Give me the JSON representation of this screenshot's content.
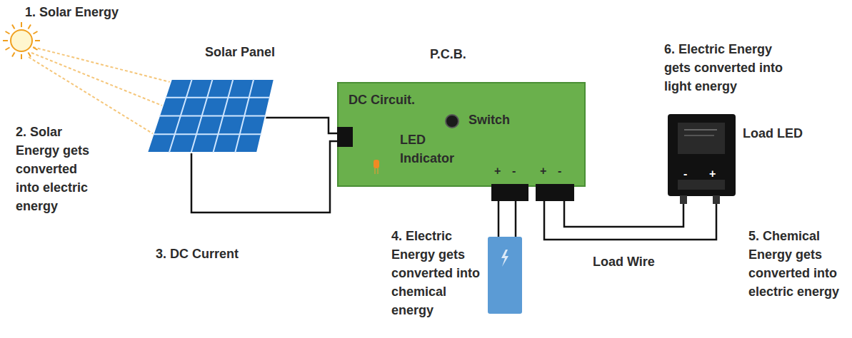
{
  "diagram": {
    "nodes": [
      {
        "text": [
          "Solar Panel"
        ]
      },
      {
        "text": [
          "P.C.B.",
          "DC Circuit.",
          "Switch",
          "LED Indicator"
        ]
      },
      {
        "text": [
          "6. Electric Energy gets converted into light energy",
          "Load LED"
        ]
      }
    ],
    "edges": [
      {
        "from": 0,
        "to": 1,
        "arrow": "none"
      },
      {
        "from": 1,
        "to": 2,
        "label": "Load Wire",
        "arrow": "none"
      }
    ],
    "labels": [
      "1. Solar Energy",
      "2. Solar Energy gets converted into electric energy",
      "3. DC Current",
      "+",
      "-",
      "+",
      "-",
      "4. Electric Energy gets converted into chemical energy",
      "-",
      "+",
      "5. Chemical Energy gets converted into electric energy"
    ]
  }
}
